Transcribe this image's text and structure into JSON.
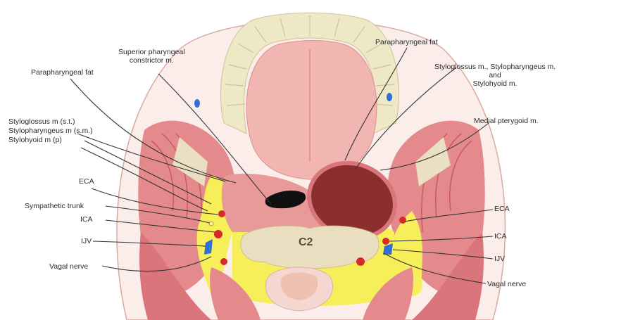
{
  "labels": {
    "superior_constrictor": "Superior pharyngeal\nconstrictor m.",
    "parapharyngeal_fat_left": "Parapharyngeal fat",
    "parapharyngeal_fat_right": "Parapharyngeal fat",
    "styloglossus_right": "Styloglossus m., Stylopharyngeus m.\nand\nStylohyoid m.",
    "medial_pterygoid": "Medial pterygoid m.",
    "styloglossus_left_1": "Styloglossus m (s.t.)",
    "styloglossus_left_2": "Stylopharyngeus m (s.m.)",
    "styloglossus_left_3": "Stylohyoid m (p)",
    "eca_left": "ECA",
    "sympathetic_trunk": "Sympathetic trunk",
    "ica_left": "ICA",
    "ijv_left": "IJV",
    "vagal_left": "Vagal nerve",
    "eca_right": "ECA",
    "ica_right": "ICA",
    "ijv_right": "IJV",
    "vagal_right": "Vagal nerve",
    "vertebra": "C2"
  },
  "colors": {
    "muscle": "#e48a8c",
    "muscle_dark": "#c95a60",
    "fat": "#f6ef5a",
    "tongue": "#f2b6b2",
    "teeth": "#efe8c6",
    "bone": "#e9dfc0",
    "tumor": "#8a2e2e",
    "vein": "#2f6fd6",
    "artery": "#d62a2a"
  }
}
